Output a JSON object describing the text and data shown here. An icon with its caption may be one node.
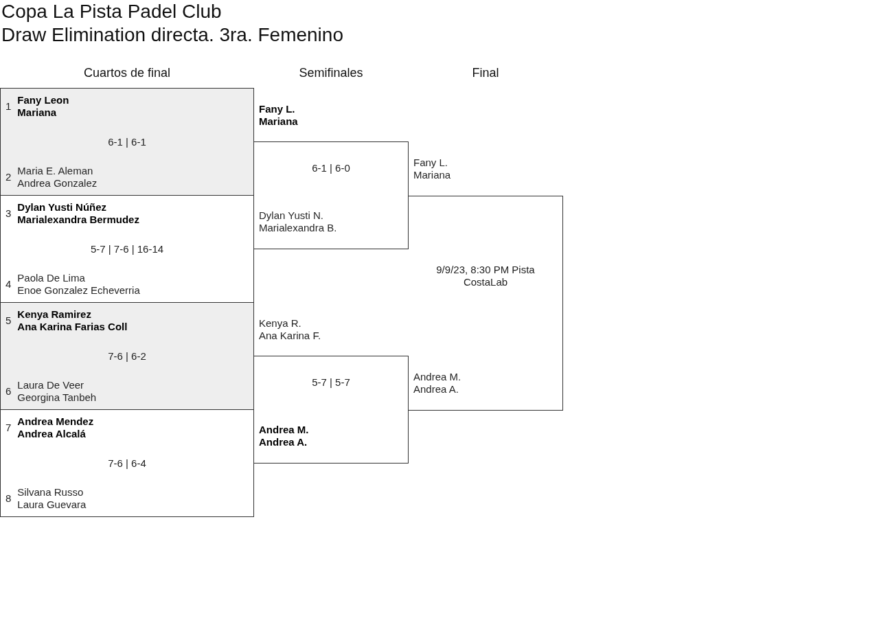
{
  "diagram": {
    "title": "Copa La Pista Padel Club",
    "nodes": [
      {
        "text": [
          "1",
          "Fany Leon",
          "Mariana",
          "6-1 | 6-1",
          "2",
          "Maria E. Aleman",
          "Andrea Gonzalez"
        ]
      },
      {
        "text": [
          "3",
          "Dylan Yusti Núñez",
          "Marialexandra Bermudez",
          "5-7 | 7-6 | 16-14",
          "4",
          "Paola De Lima",
          "Enoe Gonzalez Echeverria"
        ]
      },
      {
        "text": [
          "5",
          "Kenya Ramirez",
          "Ana Karina Farias Coll",
          "7-6 | 6-2",
          "6",
          "Laura De Veer",
          "Georgina Tanbeh"
        ]
      },
      {
        "text": [
          "7",
          "Andrea Mendez",
          "Andrea Alcalá",
          "7-6 | 6-4",
          "8",
          "Silvana Russo",
          "Laura Guevara"
        ]
      },
      {
        "text": [
          "Fany L.",
          "Mariana",
          "6-1 | 6-0",
          "Dylan Yusti N.",
          "Marialexandra B."
        ]
      },
      {
        "text": [
          "Kenya R.",
          "Ana Karina F.",
          "5-7 | 5-7",
          "Andrea M.",
          "Andrea A."
        ]
      },
      {
        "text": [
          "Fany L.",
          "Mariana",
          "9/9/23, 8:30 PM Pista CostaLab",
          "Andrea M.",
          "Andrea A."
        ]
      }
    ],
    "labels": [
      "Draw Elimination directa. 3ra. Femenino",
      "Cuartos de final",
      "Semifinales",
      "Final"
    ]
  }
}
